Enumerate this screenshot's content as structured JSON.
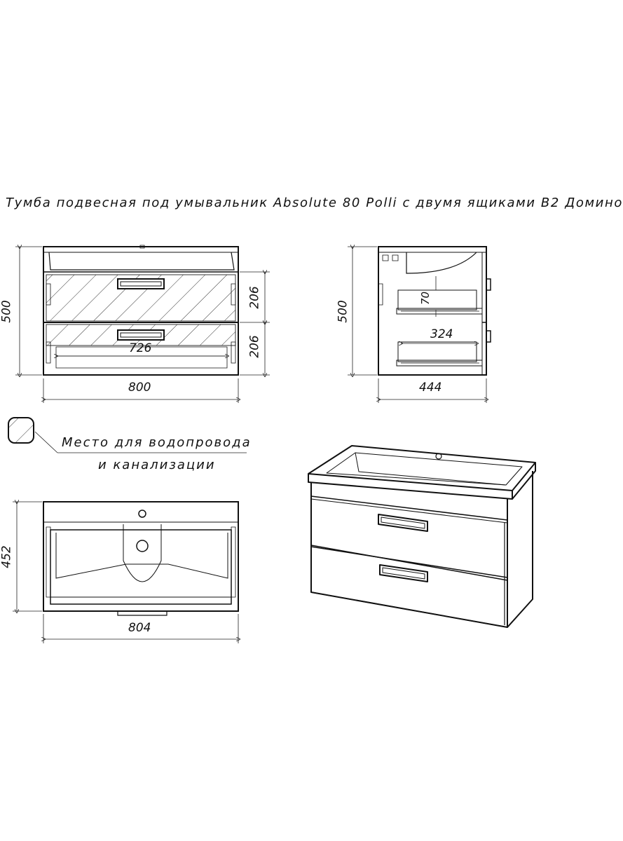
{
  "title": "Тумба подвесная под умывальник Absolute 80 Polli с двумя ящиками В2 Домино",
  "front_view": {
    "height": "500",
    "width": "800",
    "inner_width": "726",
    "drawer_top": "206",
    "drawer_bottom": "206"
  },
  "side_view": {
    "height": "500",
    "depth": "444",
    "drawer_depth": "324",
    "drawer_height": "70"
  },
  "top_view": {
    "depth": "452",
    "width": "804"
  },
  "legend": {
    "line1": "Место для водопровода",
    "line2": "и канализации"
  }
}
